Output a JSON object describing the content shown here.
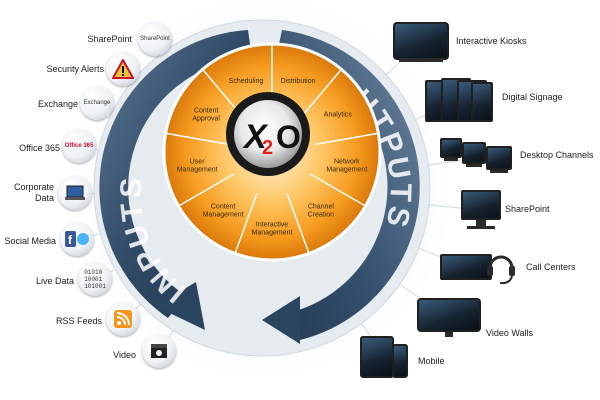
{
  "diagram": {
    "center_logo": {
      "x": "X",
      "num": "2",
      "o": "O"
    },
    "ring": {
      "inputs_label": "INPUTS",
      "outputs_label": "OUTPUTS"
    },
    "wheel_segments": [
      "Scheduling",
      "Distribution",
      "Analytics",
      "Network\nManagement",
      "Channel\nCreation",
      "Interactive\nManagement",
      "Content\nManagement",
      "User\nManagement",
      "Content\nApproval"
    ],
    "inputs": [
      {
        "label": "SharePoint",
        "icon": "sharepoint-icon",
        "icon_text": "SharePoint"
      },
      {
        "label": "Security Alerts",
        "icon": "warning-icon",
        "icon_text": ""
      },
      {
        "label": "Exchange",
        "icon": "exchange-icon",
        "icon_text": "Exchange"
      },
      {
        "label": "Office 365",
        "icon": "office365-icon",
        "icon_text": "Office 365"
      },
      {
        "label": "Corporate\nData",
        "icon": "database-icon",
        "icon_text": ""
      },
      {
        "label": "Social Media",
        "icon": "social-media-icon",
        "icon_text": ""
      },
      {
        "label": "Live Data",
        "icon": "binary-data-icon",
        "icon_text": "01010\n10001\n101001"
      },
      {
        "label": "RSS Feeds",
        "icon": "rss-icon",
        "icon_text": ""
      },
      {
        "label": "Video",
        "icon": "video-icon",
        "icon_text": ""
      }
    ],
    "outputs": [
      {
        "label": "Interactive Kiosks",
        "icon": "kiosk-icon"
      },
      {
        "label": "Digital Signage",
        "icon": "signage-icon"
      },
      {
        "label": "Desktop Channels",
        "icon": "desktop-icon"
      },
      {
        "label": "SharePoint",
        "icon": "monitor-icon"
      },
      {
        "label": "Call Centers",
        "icon": "headset-icon"
      },
      {
        "label": "Video Walls",
        "icon": "video-wall-icon"
      },
      {
        "label": "Mobile",
        "icon": "mobile-icon"
      }
    ],
    "colors": {
      "ring_dark": "#2f4a66",
      "ring_light": "#6f88a3",
      "wheel_orange": "#f39a1f",
      "wheel_light": "#ffd89a",
      "hub_dark": "#1a1a1a"
    }
  }
}
